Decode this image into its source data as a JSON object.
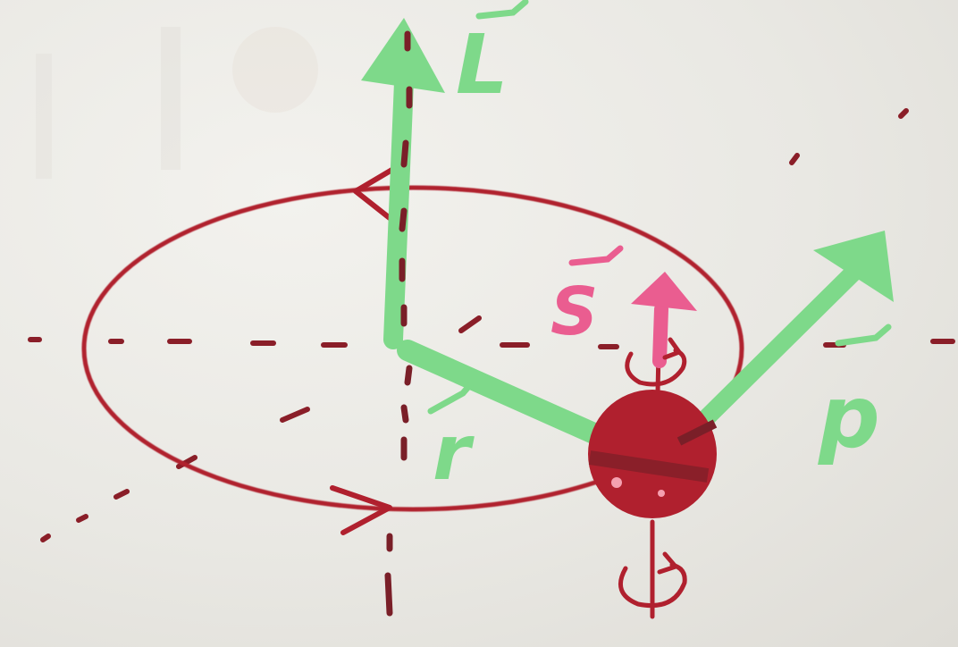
{
  "labels": {
    "L": "L",
    "S": "S",
    "p": "p",
    "r": "r"
  },
  "colors": {
    "paper": "#ecebe6",
    "red": "#b0202e",
    "dark_red": "#7a1f28",
    "green": "#7ed98a",
    "pink": "#ea5d90",
    "axis_dash": "#8a1e28"
  },
  "icons": {
    "orbit_arrow": "arrowhead",
    "rotation": "curved-arrow"
  }
}
